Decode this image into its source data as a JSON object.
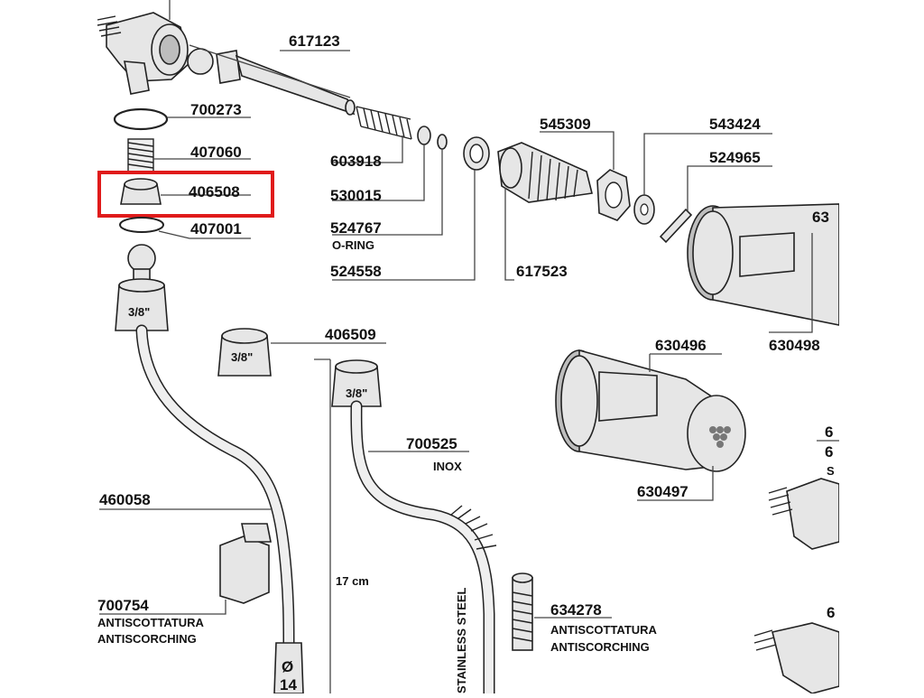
{
  "highlight": {
    "color": "#e01b1b",
    "part_number": "406508"
  },
  "labels": {
    "p617123": "617123",
    "p700273": "700273",
    "p407060": "407060",
    "p406508": "406508",
    "p407001": "407001",
    "p603918": "603918",
    "p530015": "530015",
    "p524767": "524767",
    "p524767_sub": "O-RING",
    "p524558": "524558",
    "p545309": "545309",
    "p543424": "543424",
    "p524965": "524965",
    "p617523": "617523",
    "p63_cut": "63",
    "p630498": "630498",
    "p630496": "630496",
    "p630497": "630497",
    "p406509": "406509",
    "p700525": "700525",
    "p700525_sub": "INOX",
    "p460058": "460058",
    "p700754": "700754",
    "p700754_sub1": "ANTISCOTTATURA",
    "p700754_sub2": "ANTISCORCHING",
    "p634278": "634278",
    "p634278_sub1": "ANTISCOTTATURA",
    "p634278_sub2": "ANTISCORCHING",
    "size_a": "3/8\"",
    "size_b": "3/8\"",
    "size_c": "3/8\"",
    "length": "17 cm",
    "material": "STAINLESS STEEL",
    "dia_symbol": "Ø",
    "dia_value": "14",
    "cut_6a": "6",
    "cut_6b": "6",
    "cut_s": "S",
    "cut_6c": "6"
  }
}
